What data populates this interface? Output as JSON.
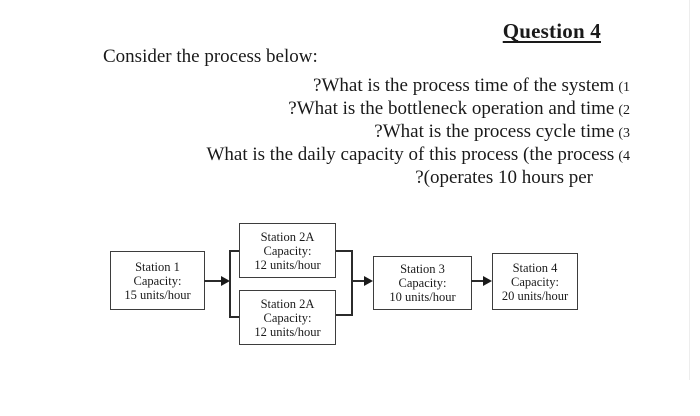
{
  "page": {
    "title": "Question 4",
    "intro": "Consider the process below:",
    "questions": [
      {
        "text": "?What is the process time of the system",
        "number": "(1"
      },
      {
        "text": "?What is the bottleneck operation and time",
        "number": "(2"
      },
      {
        "text": "?What is the process cycle time",
        "number": "(3"
      },
      {
        "text": "What is the daily capacity of this process (the process",
        "number": "(4"
      },
      {
        "text": "?(operates 10 hours per",
        "number": ""
      }
    ]
  },
  "diagram": {
    "stations": [
      {
        "id": "station-1",
        "lines": [
          "Station 1",
          "Capacity:",
          "15 units/hour"
        ]
      },
      {
        "id": "station-2a-top",
        "lines": [
          "Station 2A",
          "Capacity:",
          "12 units/hour"
        ]
      },
      {
        "id": "station-2a-bottom",
        "lines": [
          "Station 2A",
          "Capacity:",
          "12 units/hour"
        ]
      },
      {
        "id": "station-3",
        "lines": [
          "Station 3",
          "Capacity:",
          "10 units/hour"
        ]
      },
      {
        "id": "station-4",
        "lines": [
          "Station 4",
          "Capacity:",
          "20 units/hour"
        ]
      }
    ]
  },
  "colors": {
    "background": "#ffffff",
    "text": "#1a1a1a",
    "box_border": "#3d3d3d",
    "connector": "#2b2b2b"
  }
}
